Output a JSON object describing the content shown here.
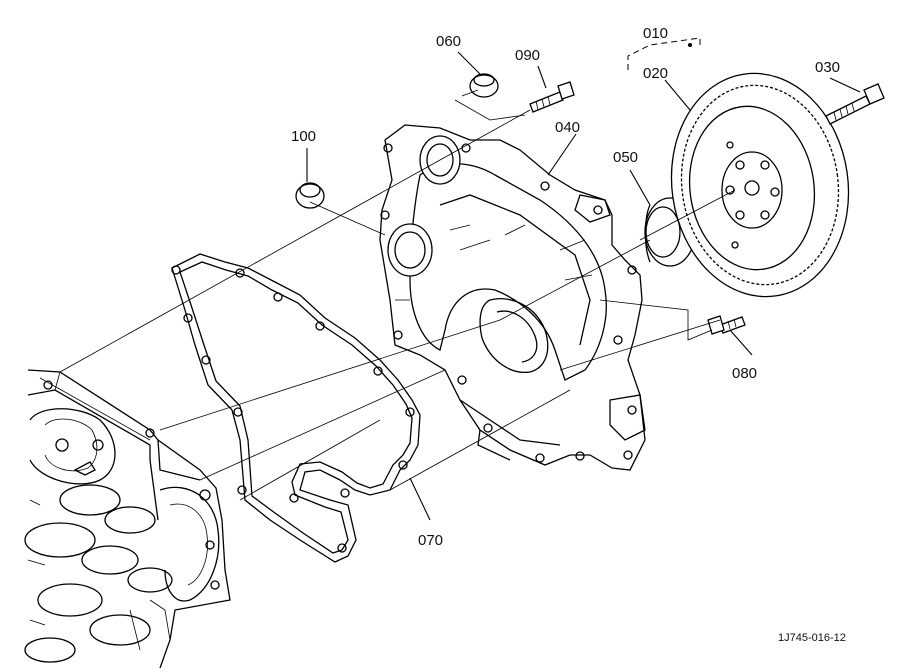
{
  "diagram": {
    "parts": [
      {
        "id": "p010",
        "label": "010",
        "name": "flywheel-assembly"
      },
      {
        "id": "p020",
        "label": "020",
        "name": "flywheel-ring-gear"
      },
      {
        "id": "p030",
        "label": "030",
        "name": "flywheel-bolt"
      },
      {
        "id": "p040",
        "label": "040",
        "name": "flywheel-housing"
      },
      {
        "id": "p050",
        "label": "050",
        "name": "oil-seal"
      },
      {
        "id": "p060",
        "label": "060",
        "name": "plug-cap"
      },
      {
        "id": "p070",
        "label": "070",
        "name": "housing-gasket"
      },
      {
        "id": "p080",
        "label": "080",
        "name": "housing-bolt-lower"
      },
      {
        "id": "p090",
        "label": "090",
        "name": "housing-bolt-upper"
      },
      {
        "id": "p100",
        "label": "100",
        "name": "plug-cap-small"
      }
    ],
    "reference_code": "1J745-016-12"
  }
}
